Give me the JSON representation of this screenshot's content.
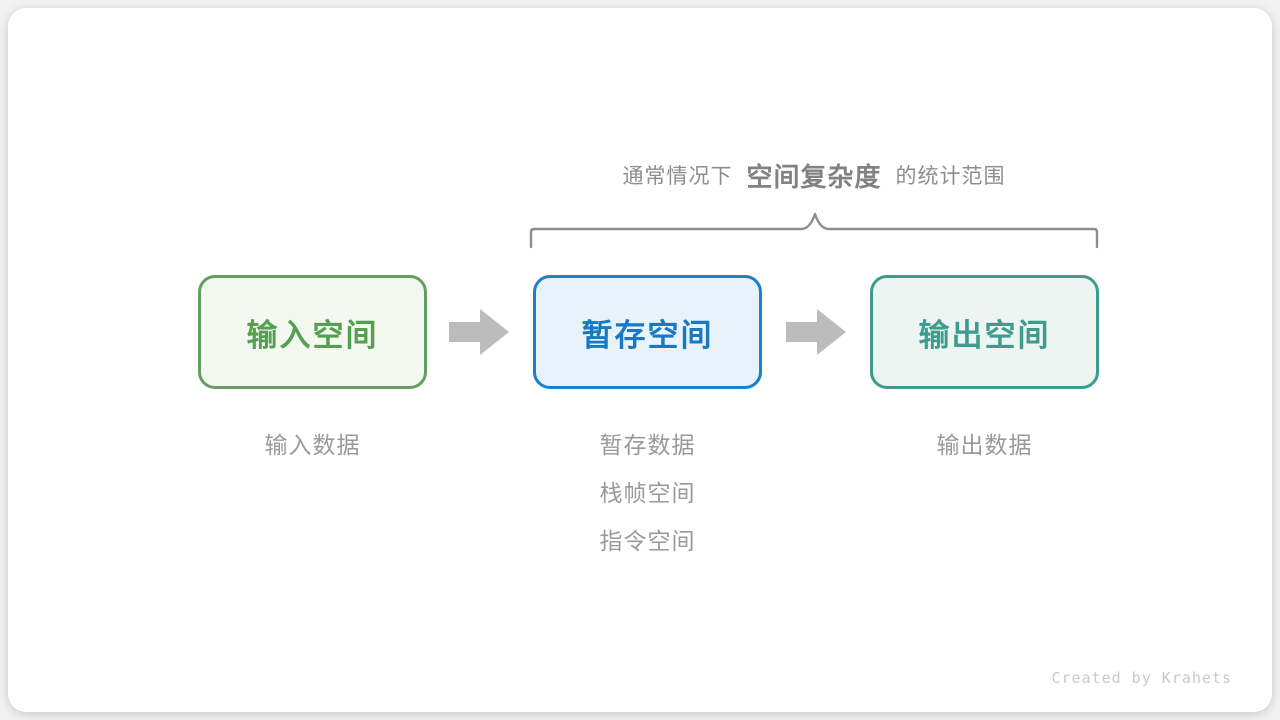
{
  "annotation": {
    "prefix": "通常情况下",
    "highlight": "空间复杂度",
    "suffix": "的统计范围"
  },
  "boxes": [
    {
      "label": "输入空间",
      "theme": "green",
      "border_color": "#61a05e",
      "fill_color": "#f3f8f0",
      "text_color": "#55a050",
      "notes": [
        "输入数据"
      ]
    },
    {
      "label": "暂存空间",
      "theme": "blue",
      "border_color": "#1b80c9",
      "fill_color": "#e8f2fb",
      "text_color": "#1779c4",
      "notes": [
        "暂存数据",
        "栈帧空间",
        "指令空间"
      ]
    },
    {
      "label": "输出空间",
      "theme": "teal",
      "border_color": "#3e9c8c",
      "fill_color": "#ecf5f2",
      "text_color": "#3d9c8c",
      "notes": [
        "输出数据"
      ]
    }
  ],
  "icons": {
    "arrow": "block-arrow-right",
    "brace": "curly-brace-top"
  },
  "colors": {
    "card_background": "#ffffff",
    "page_background": "#f2f2f3",
    "annotation_text": "#8d8d8d",
    "note_text": "#9a9a9a",
    "brace_stroke": "#8e8e8e",
    "arrow_fill": "#bcbcbc",
    "watermark_text": "#c9c9cd"
  },
  "watermark": "Created by Krahets"
}
